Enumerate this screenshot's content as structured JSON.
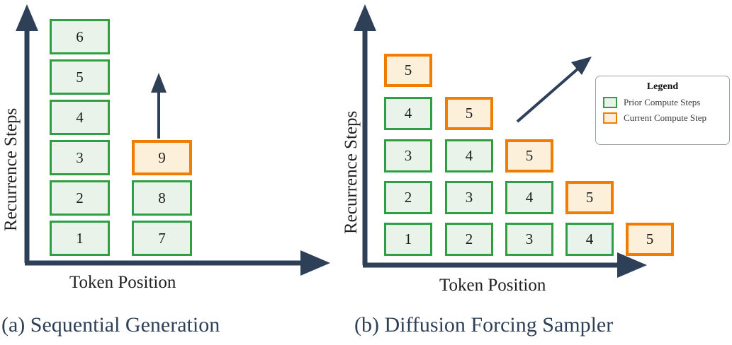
{
  "figure": {
    "colors": {
      "axis": "#2e4057",
      "prior_border": "#2f9e44",
      "prior_fill": "#e9f3e9",
      "current_border": "#f07c00",
      "current_fill": "#fdf0db",
      "caption": "#2e4057",
      "legend_border": "#9aa0a6"
    }
  },
  "panel_a": {
    "caption": "(a) Sequential Generation",
    "x_axis_label": "Token Position",
    "y_axis_label": "Recurrence Steps",
    "columns": [
      {
        "index": 1,
        "cells": [
          {
            "label": "6",
            "state": "prior",
            "row": 6
          },
          {
            "label": "5",
            "state": "prior",
            "row": 5
          },
          {
            "label": "4",
            "state": "prior",
            "row": 4
          },
          {
            "label": "3",
            "state": "prior",
            "row": 3
          },
          {
            "label": "2",
            "state": "prior",
            "row": 2
          },
          {
            "label": "1",
            "state": "prior",
            "row": 1
          }
        ]
      },
      {
        "index": 2,
        "cells": [
          {
            "label": "9",
            "state": "current",
            "row": 3
          },
          {
            "label": "8",
            "state": "prior",
            "row": 2
          },
          {
            "label": "7",
            "state": "prior",
            "row": 1
          }
        ]
      }
    ],
    "progress_arrow": {
      "direction": "up"
    }
  },
  "panel_b": {
    "caption": "(b) Diffusion Forcing Sampler",
    "x_axis_label": "Token Position",
    "y_axis_label": "Recurrence Steps",
    "rows": [
      {
        "row": 5,
        "cells": [
          {
            "label": "5",
            "state": "current",
            "col": 1
          }
        ]
      },
      {
        "row": 4,
        "cells": [
          {
            "label": "4",
            "state": "prior",
            "col": 1
          },
          {
            "label": "5",
            "state": "current",
            "col": 2
          }
        ]
      },
      {
        "row": 3,
        "cells": [
          {
            "label": "3",
            "state": "prior",
            "col": 1
          },
          {
            "label": "4",
            "state": "prior",
            "col": 2
          },
          {
            "label": "5",
            "state": "current",
            "col": 3
          }
        ]
      },
      {
        "row": 2,
        "cells": [
          {
            "label": "2",
            "state": "prior",
            "col": 1
          },
          {
            "label": "3",
            "state": "prior",
            "col": 2
          },
          {
            "label": "4",
            "state": "prior",
            "col": 3
          },
          {
            "label": "5",
            "state": "current",
            "col": 4
          }
        ]
      },
      {
        "row": 1,
        "cells": [
          {
            "label": "1",
            "state": "prior",
            "col": 1
          },
          {
            "label": "2",
            "state": "prior",
            "col": 2
          },
          {
            "label": "3",
            "state": "prior",
            "col": 3
          },
          {
            "label": "4",
            "state": "prior",
            "col": 4
          },
          {
            "label": "5",
            "state": "current",
            "col": 5
          }
        ]
      }
    ],
    "progress_arrow": {
      "direction": "up-right"
    },
    "legend": {
      "title": "Legend",
      "items": [
        {
          "state": "prior",
          "label": "Prior Compute Steps"
        },
        {
          "state": "current",
          "label": "Current Compute Step"
        }
      ]
    }
  }
}
